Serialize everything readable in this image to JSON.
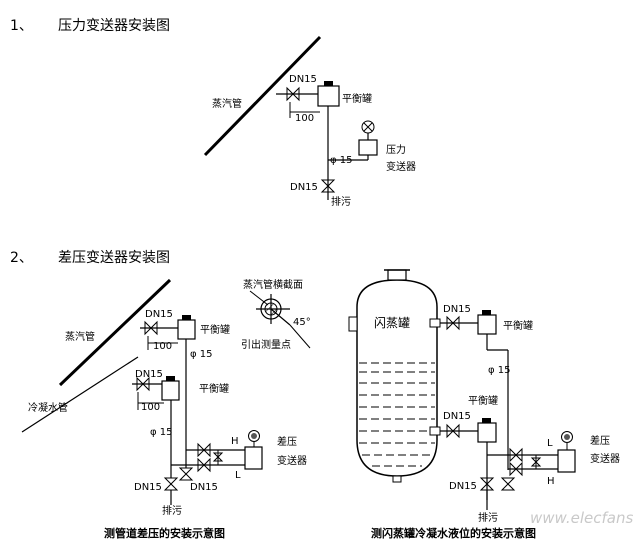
{
  "section1": {
    "num": "1、",
    "title": "压力变送器安装图"
  },
  "section2": {
    "num": "2、",
    "title": "差压变送器安装图"
  },
  "fig1": {
    "pipe_label": "蒸汽管",
    "valve_top_label": "DN15",
    "dim_label": "100",
    "tank_label": "平衡罐",
    "phi_label": "φ 15",
    "valve_bottom_label": "DN15",
    "drain_label": "排污",
    "transmitter_label_1": "压力",
    "transmitter_label_2": "变送器"
  },
  "fig2": {
    "steam_pipe_label": "蒸汽管",
    "condensate_pipe_label": "冷凝水管",
    "dn_top": "DN15",
    "dim_top": "100",
    "tank_top": "平衡罐",
    "phi_top": "φ 15",
    "dn_mid": "DN15",
    "dim_mid": "100",
    "tank_mid": "平衡罐",
    "phi_mid": "φ 15",
    "h_label": "H",
    "l_label": "L",
    "dp_label_1": "差压",
    "dp_label_2": "变送器",
    "dn_bl": "DN15",
    "dn_br": "DN15",
    "drain_label": "排污",
    "section_label": "蒸汽管横截面",
    "angle_label": "45°",
    "tap_label": "引出测量点",
    "caption": "测管道差压的安装示意图"
  },
  "fig3": {
    "vessel_label": "闪蒸罐",
    "dn_top": "DN15",
    "tank_top": "平衡罐",
    "phi": "φ 15",
    "dn_mid": "DN15",
    "tank_mid": "平衡罐",
    "l_label": "L",
    "h_label": "H",
    "dp_label_1": "差压",
    "dp_label_2": "变送器",
    "dn_bottom": "DN15",
    "drain_label": "排污",
    "caption": "测闪蒸罐冷凝水液位的安装示意图"
  },
  "watermark": "www.elecfans.com"
}
